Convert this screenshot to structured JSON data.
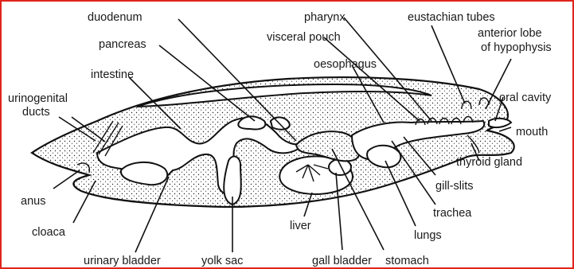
{
  "colors": {
    "frame_border": "#e0241b",
    "ink": "#111111",
    "paper": "#ffffff"
  },
  "labels": {
    "duodenum": "duodenum",
    "pancreas": "pancreas",
    "intestine": "intestine",
    "urinogenital_1": "urinogenital",
    "urinogenital_2": "ducts",
    "anus": "anus",
    "cloaca": "cloaca",
    "urinary_bladder": "urinary bladder",
    "yolk_sac": "yolk sac",
    "liver": "liver",
    "gall_bladder": "gall bladder",
    "stomach": "stomach",
    "lungs": "lungs",
    "trachea": "trachea",
    "gill_slits": "gill-slits",
    "thyroid_gland": "thyroid gland",
    "mouth": "mouth",
    "oral_cavity": "oral cavity",
    "anterior_lobe_1": "anterior lobe",
    "anterior_lobe_2": "of hypophysis",
    "eustachian_tubes": "eustachian tubes",
    "pharynx": "pharynx",
    "visceral_pouch": "visceral pouch",
    "oesophagus": "oesophagus"
  }
}
